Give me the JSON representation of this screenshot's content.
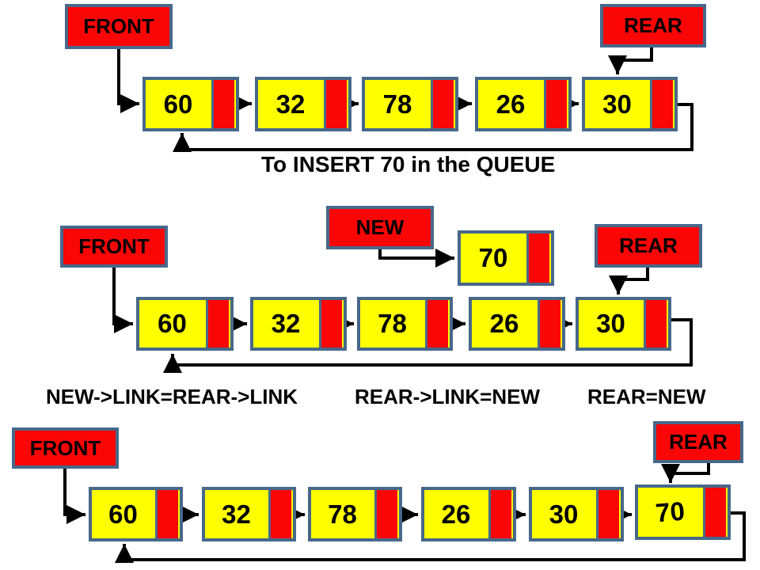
{
  "colors": {
    "node_fill": "#ffff00",
    "link_field_fill": "#fb0606",
    "label_fill": "#fb0606",
    "outline": "#47688a",
    "arrow": "#000000",
    "text": "#000000",
    "background": "#ffffff"
  },
  "rows": [
    {
      "labels": {
        "front": "FRONT",
        "rear": "REAR"
      },
      "nodes": [
        {
          "value": "60"
        },
        {
          "value": "32"
        },
        {
          "value": "78"
        },
        {
          "value": "26"
        },
        {
          "value": "30"
        }
      ],
      "caption": "To INSERT 70 in the QUEUE"
    },
    {
      "labels": {
        "front": "FRONT",
        "new": "NEW",
        "rear": "REAR"
      },
      "new_node": {
        "value": "70"
      },
      "nodes": [
        {
          "value": "60"
        },
        {
          "value": "32"
        },
        {
          "value": "78"
        },
        {
          "value": "26"
        },
        {
          "value": "30"
        }
      ],
      "captions": [
        "NEW->LINK=REAR->LINK",
        "REAR->LINK=NEW",
        "REAR=NEW"
      ]
    },
    {
      "labels": {
        "front": "FRONT",
        "rear": "REAR"
      },
      "nodes": [
        {
          "value": "60"
        },
        {
          "value": "32"
        },
        {
          "value": "78"
        },
        {
          "value": "26"
        },
        {
          "value": "30"
        },
        {
          "value": "70"
        }
      ]
    }
  ]
}
